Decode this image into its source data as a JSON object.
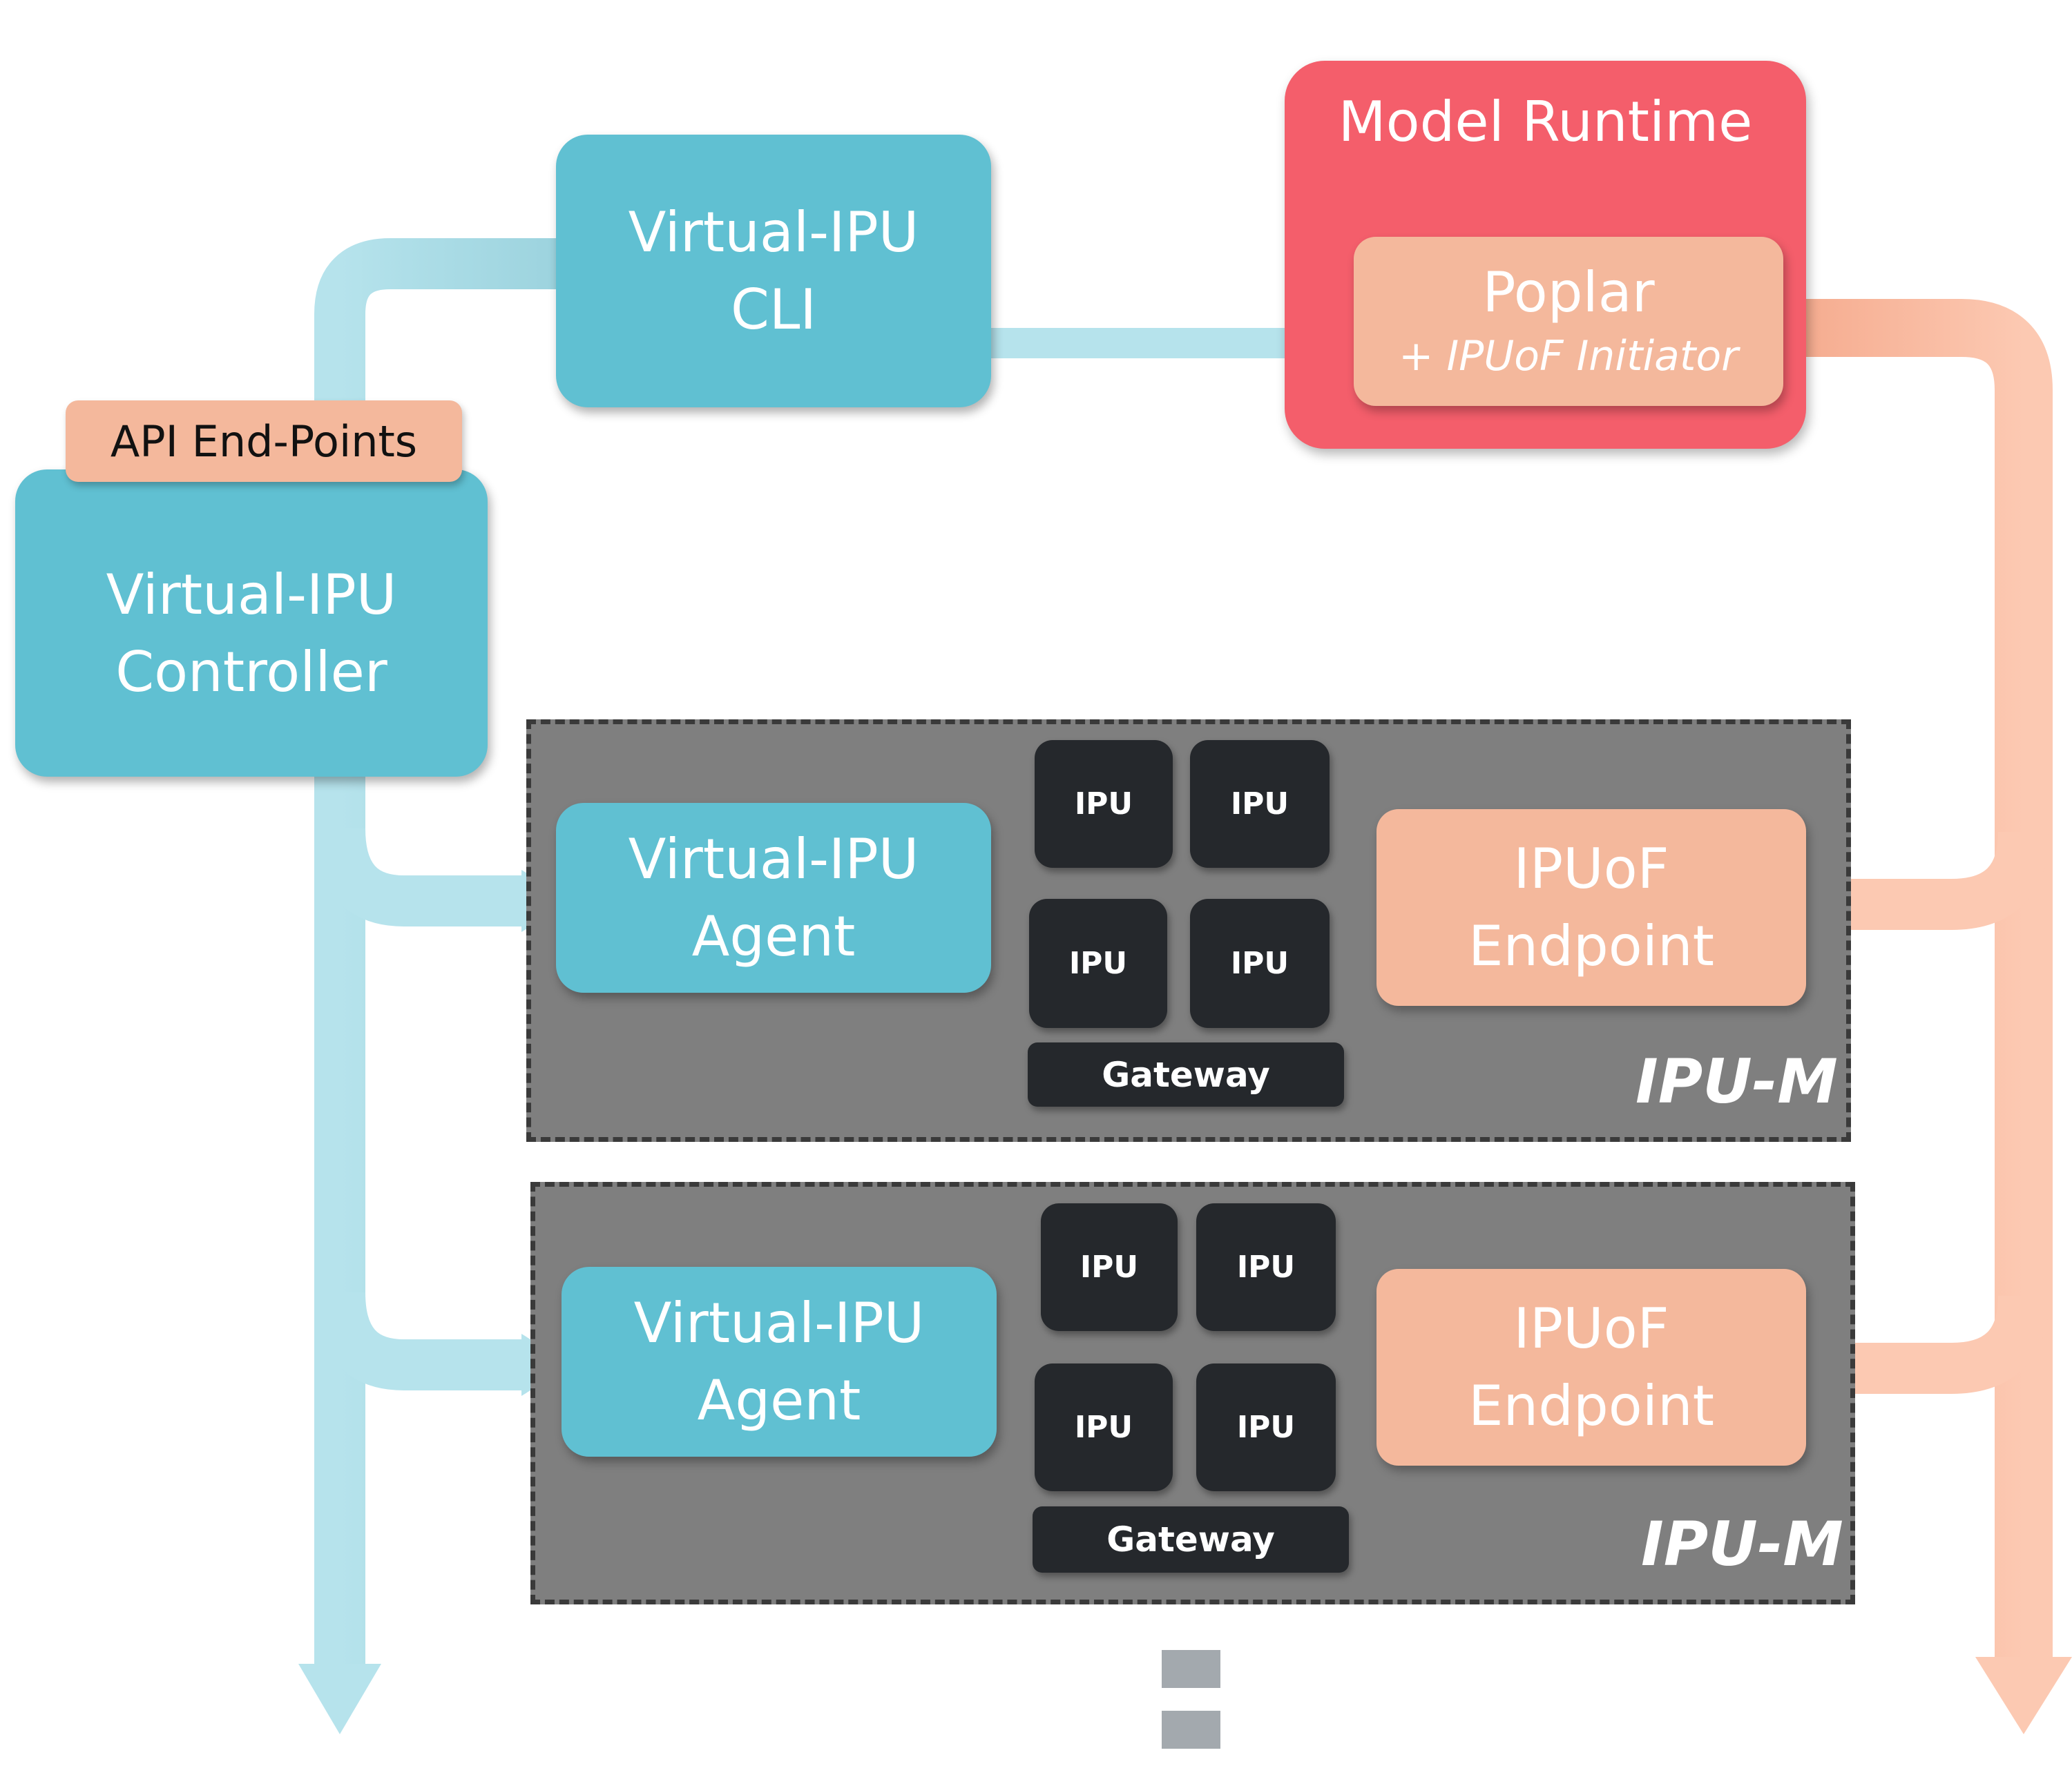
{
  "colors": {
    "teal": "#60c0d2",
    "light_teal_arrow": "#b6e3ec",
    "peach": "#f4b89c",
    "light_peach_arrow": "#fcc9b2",
    "model_runtime_red": "#f45e6b",
    "rack_gray": "#7f7f7f",
    "chip_dark": "#25282c"
  },
  "cli": {
    "line1": "Virtual-IPU",
    "line2": "CLI"
  },
  "api_endpoints": {
    "label": "API End-Points"
  },
  "controller": {
    "line1": "Virtual-IPU",
    "line2": "Controller"
  },
  "model_runtime": {
    "title": "Model Runtime",
    "poplar": {
      "title": "Poplar",
      "subtitle": "+ IPUoF Initiator"
    }
  },
  "ipu_m_units": [
    {
      "label": "IPU-M",
      "agent": {
        "line1": "Virtual-IPU",
        "line2": "Agent"
      },
      "ipus": [
        "IPU",
        "IPU",
        "IPU",
        "IPU"
      ],
      "gateway": "Gateway",
      "endpoint": {
        "line1": "IPUoF",
        "line2": "Endpoint"
      }
    },
    {
      "label": "IPU-M",
      "agent": {
        "line1": "Virtual-IPU",
        "line2": "Agent"
      },
      "ipus": [
        "IPU",
        "IPU",
        "IPU",
        "IPU"
      ],
      "gateway": "Gateway",
      "endpoint": {
        "line1": "IPUoF",
        "line2": "Endpoint"
      }
    }
  ]
}
